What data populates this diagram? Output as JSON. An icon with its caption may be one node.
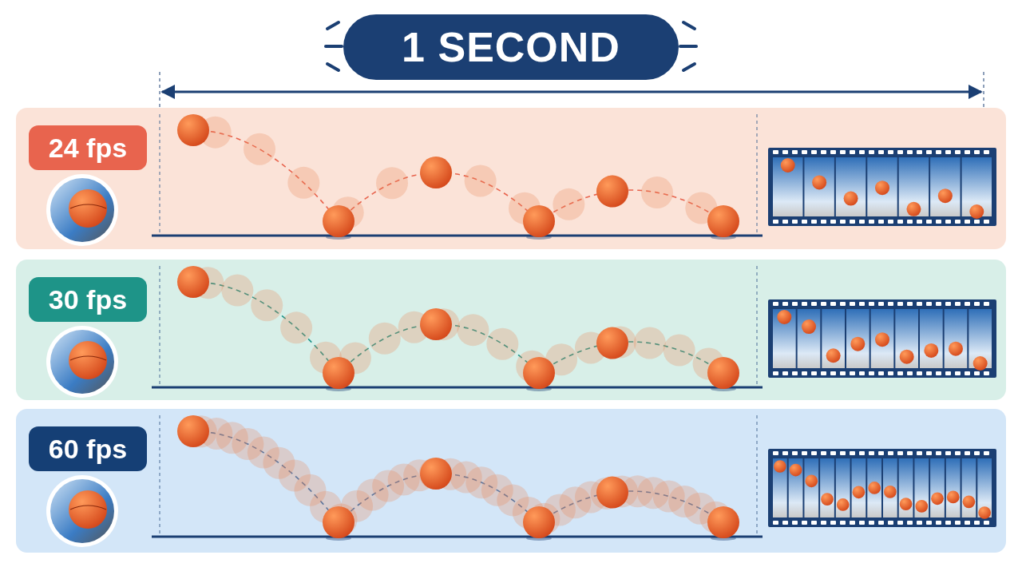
{
  "diagram": {
    "nodes": [
      {
        "text": [
          "1 SECOND"
        ]
      },
      {
        "text": [
          "24 fps"
        ]
      },
      {
        "text": [
          "30 fps"
        ]
      },
      {
        "text": [
          "60 fps"
        ]
      }
    ],
    "edges": []
  }
}
